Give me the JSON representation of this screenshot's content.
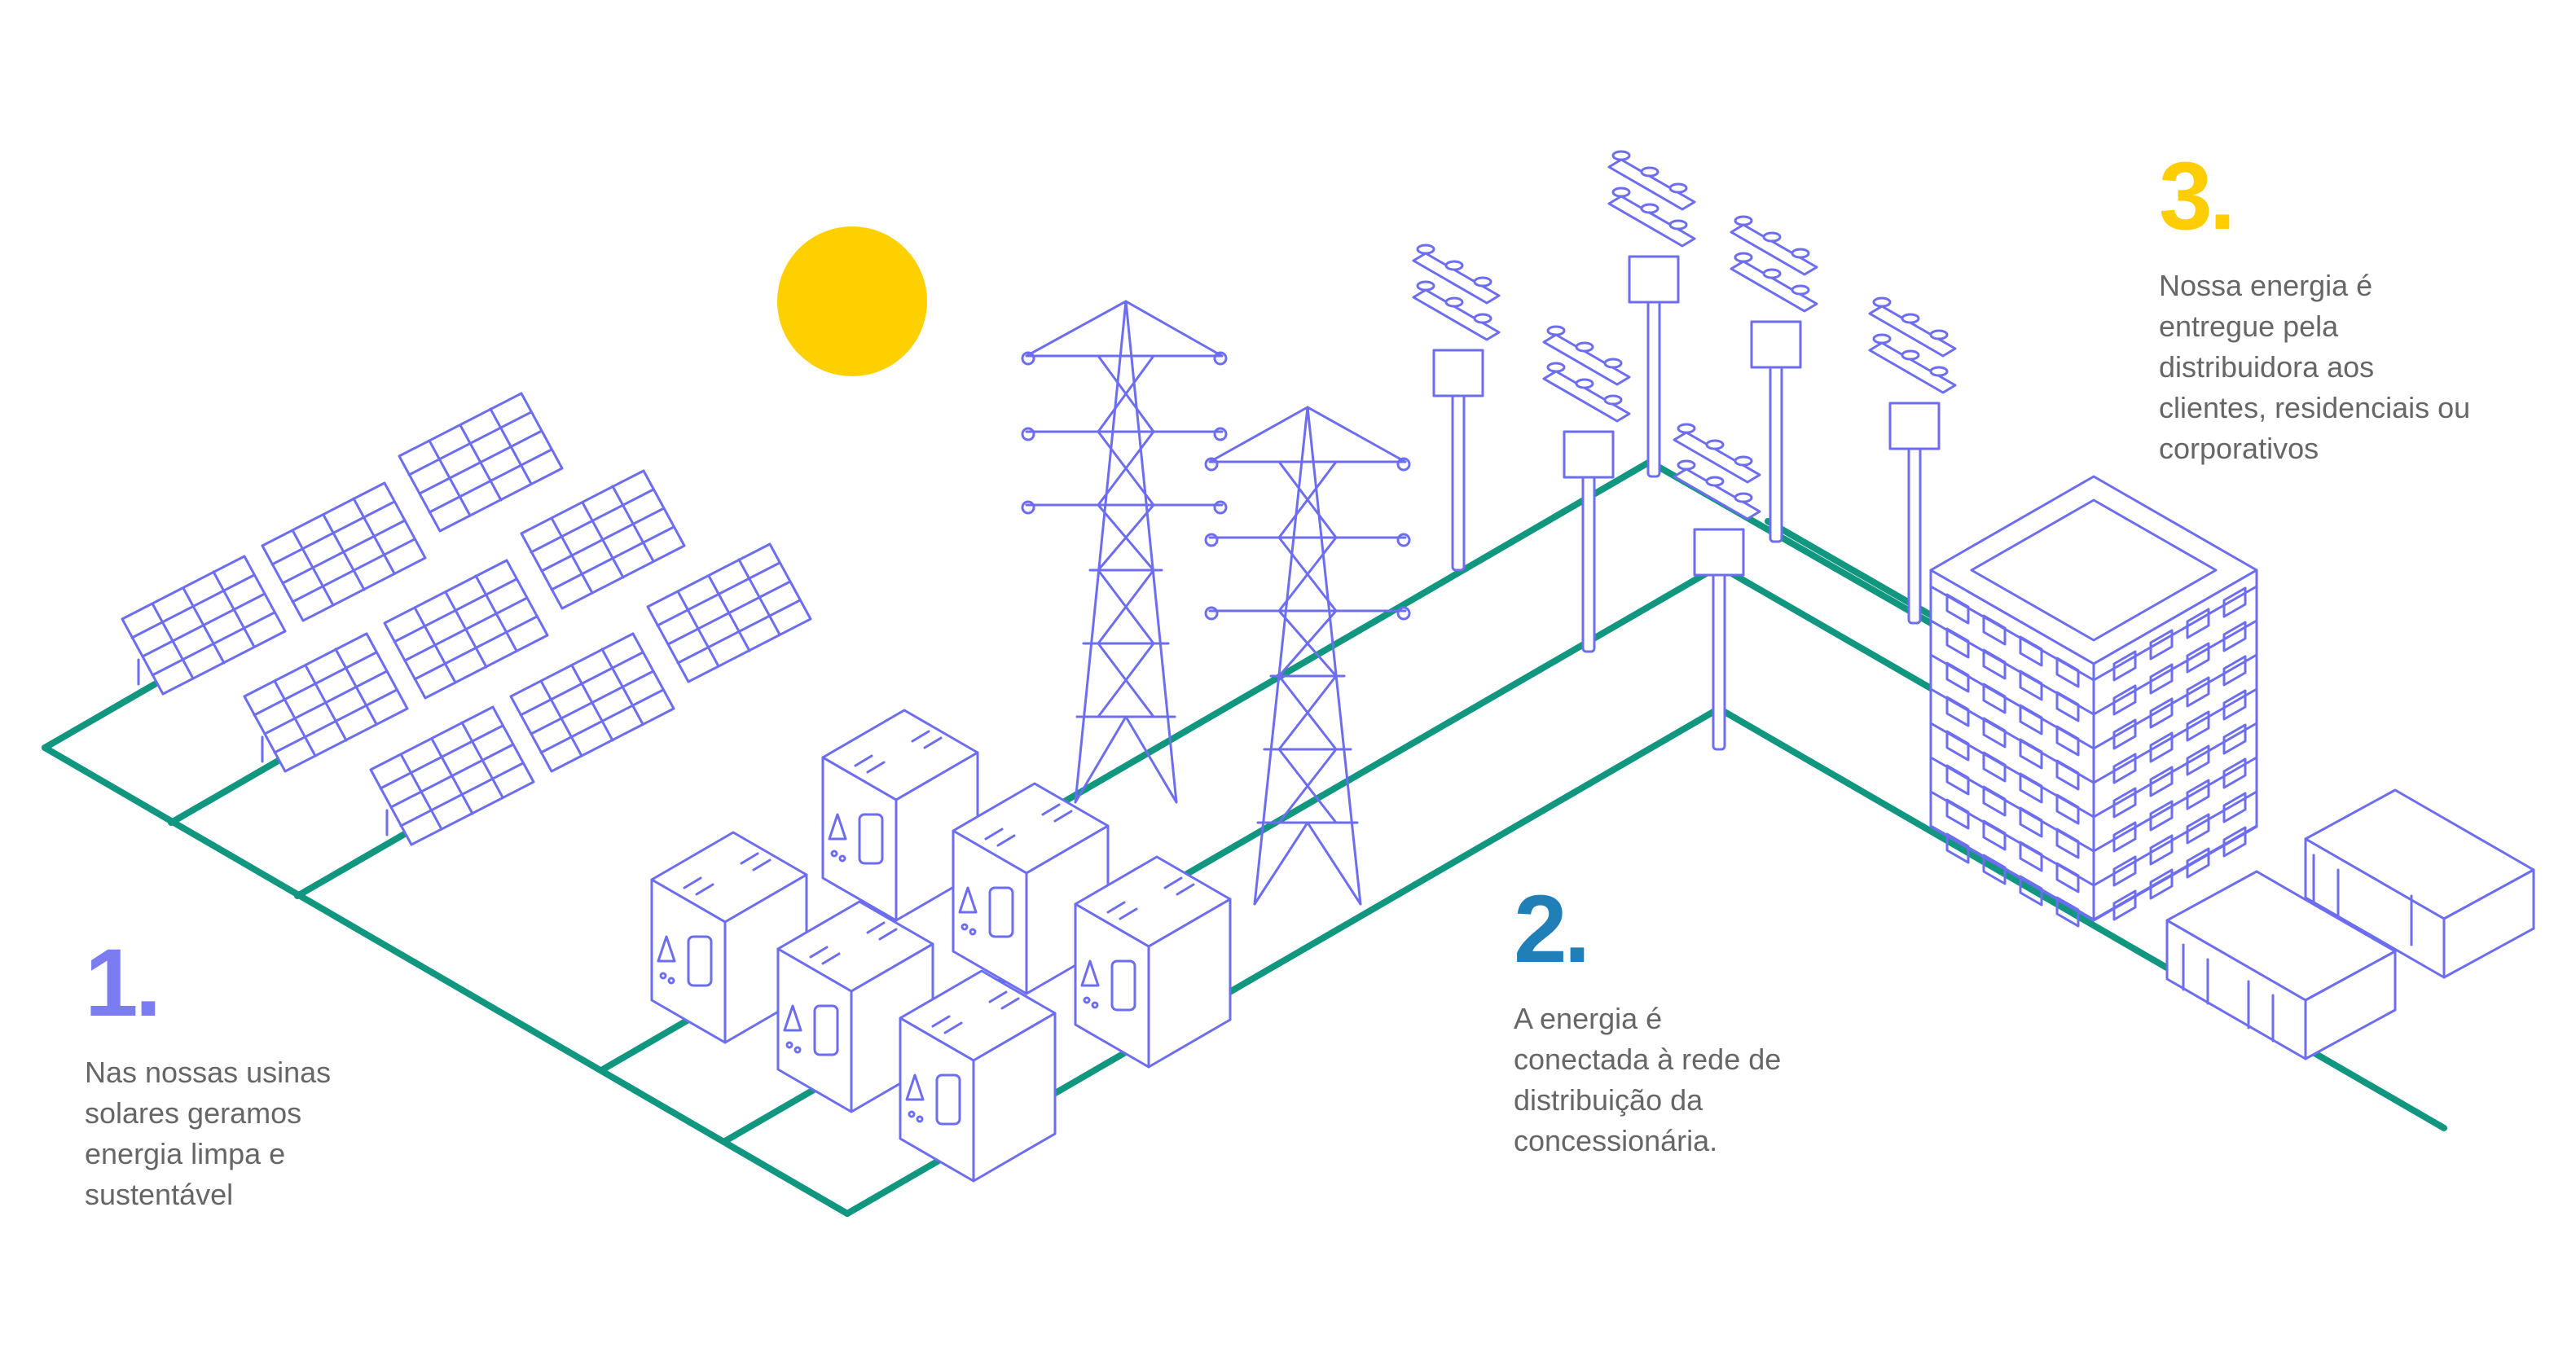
{
  "colors": {
    "outline": "#6d6df0",
    "grid": "#11967f",
    "sun": "#ffd000",
    "step1": "#7b7bf2",
    "step2": "#1f7fb6",
    "step3": "#ffcd00",
    "body_text": "#666666"
  },
  "steps": [
    {
      "number": "1.",
      "text": "Nas nossas usinas\nsolares geramos\nenergia limpa e\nsustentável"
    },
    {
      "number": "2.",
      "text": "A energia é\nconectada à rede de\ndistribuição da\nconcessionária."
    },
    {
      "number": "3.",
      "text": "Nossa energia é\nentregue pela\ndistribuidora aos\nclientes, residenciais ou\ncorporativos"
    }
  ],
  "icons": [
    "sun-icon",
    "solar-panel-icon",
    "inverter-icon",
    "transmission-tower-icon",
    "utility-pole-icon",
    "office-building-icon",
    "house-icon"
  ]
}
